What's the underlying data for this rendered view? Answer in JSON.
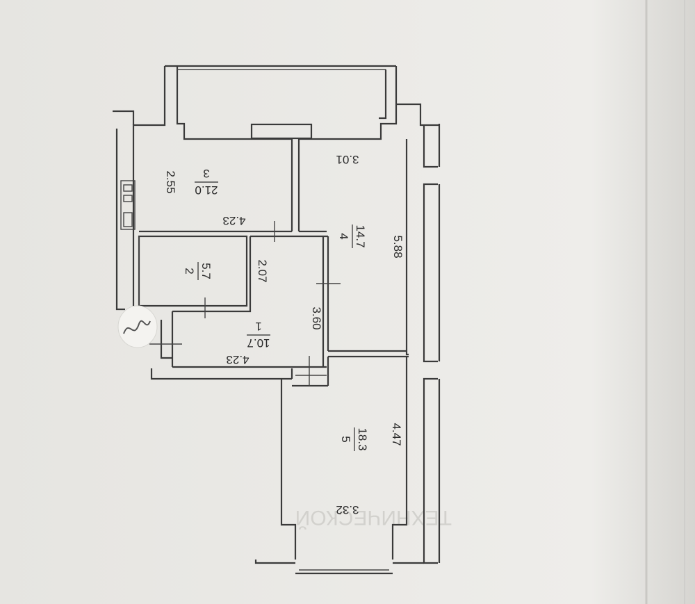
{
  "colors": {
    "paper": "#e9e8e4",
    "paper_shadow": "#d3d2ce",
    "line": "#3a3a3a",
    "text": "#2a2a2a",
    "binder_edge": "#bdbcb8"
  },
  "rooms": [
    {
      "number": "1",
      "area": "10.7"
    },
    {
      "number": "2",
      "area": "5.7"
    },
    {
      "number": "3",
      "area": "21.0"
    },
    {
      "number": "4",
      "area": "14.7"
    },
    {
      "number": "5",
      "area": "18.3"
    }
  ],
  "dimensions": {
    "room3_width": "2.55",
    "room3_length": "4.23",
    "room4_width": "3.01",
    "room4_length": "5.88",
    "room2_width": "2.07",
    "room1_width": "3.60",
    "room1_length": "4.23",
    "room5_width": "3.32",
    "room5_length": "4.47"
  },
  "background_text": "ТЕХНИЧЕСКОЙ"
}
